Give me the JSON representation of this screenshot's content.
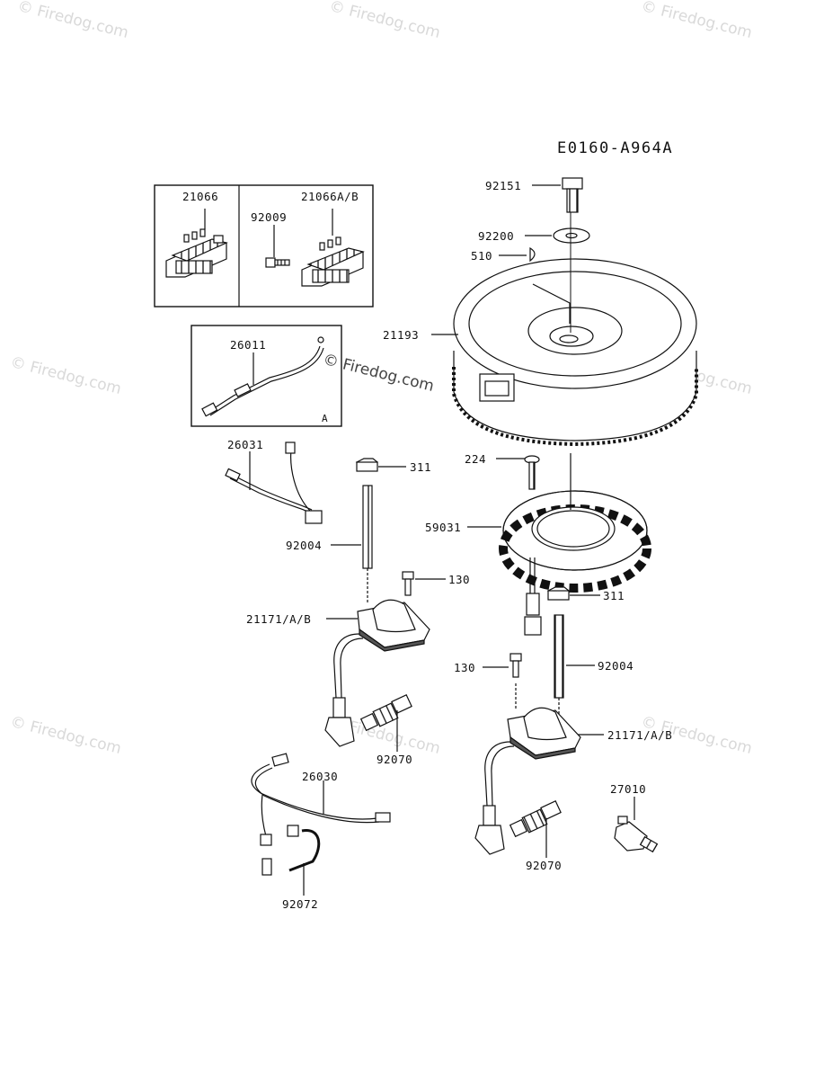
{
  "diagram_code": "E0160-A964A",
  "brand_mark": "© Firedog.com",
  "watermark_text": "© Firedog.com",
  "box_tag": "A",
  "colors": {
    "ink": "#111111",
    "watermark": "#d9d9d9",
    "fill_light": "#f2f2f2",
    "fill_dark": "#555555"
  },
  "parts": {
    "regulator_box_left": "21066",
    "regulator_box_right": "21066A/B",
    "screw_92009": "92009",
    "lead_box": "26011",
    "bolt_top": "92151",
    "washer": "92200",
    "key": "510",
    "flywheel": "21193",
    "lead_26031": "26031",
    "nut_left": "311",
    "stud_left": "92004",
    "bolt_130_left": "130",
    "coil_left": "21171/A/B",
    "plug_left": "92070",
    "screw_224": "224",
    "stator": "59031",
    "nut_right": "311",
    "bolt_130_right": "130",
    "stud_right": "92004",
    "coil_right": "21171/A/B",
    "switch": "27010",
    "plug_right": "92070",
    "lead_26030": "26030",
    "clamp": "92072"
  }
}
